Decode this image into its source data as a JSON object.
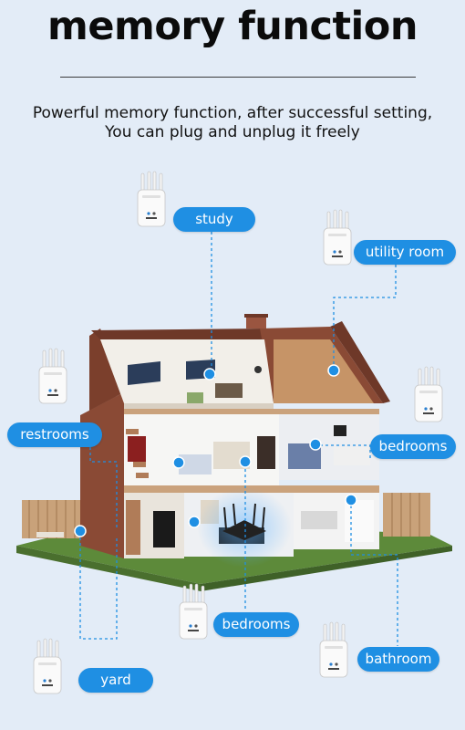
{
  "header": {
    "title": "memory function",
    "subtitle_line1": "Powerful memory function, after successful setting,",
    "subtitle_line2": "You can plug and unplug it freely"
  },
  "locations": {
    "study": "study",
    "utility_room": "utility room",
    "restrooms": "restrooms",
    "bedrooms_right": "bedrooms",
    "bedrooms_center": "bedrooms",
    "yard": "yard",
    "bathroom": "bathroom"
  },
  "colors": {
    "accent": "#1f8fe3",
    "background": "#e3ecf7",
    "brick": "#8a4a35",
    "grass": "#5d8a3a"
  },
  "icons": {
    "device": "wifi-extender-icon",
    "signal": "wifi-signal-icon"
  }
}
